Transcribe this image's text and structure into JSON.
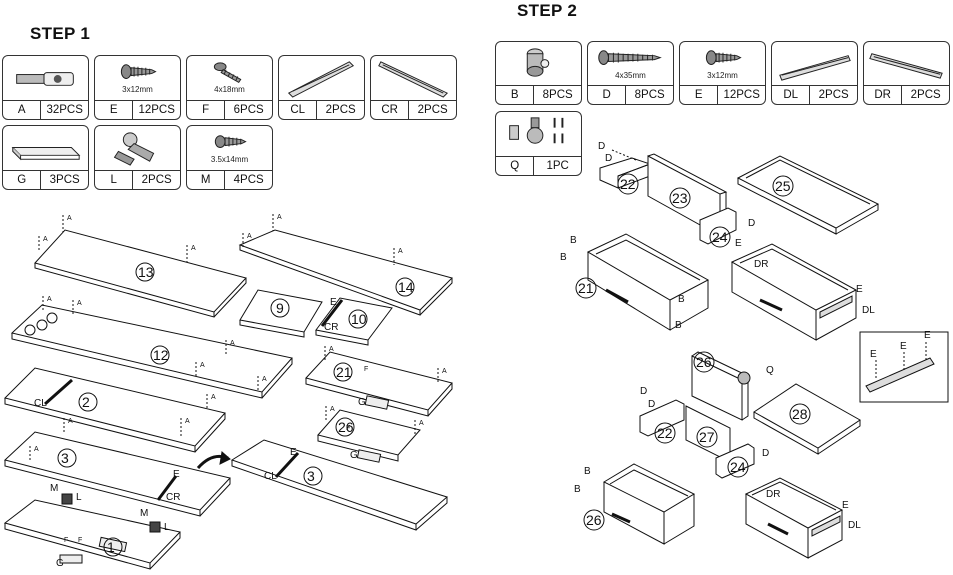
{
  "step1": {
    "title": "STEP 1",
    "hardware": [
      {
        "code": "A",
        "qty": "32PCS",
        "dim": "",
        "icon": "dowel-icon"
      },
      {
        "code": "E",
        "qty": "12PCS",
        "dim": "3x12mm",
        "icon": "short-screw-icon"
      },
      {
        "code": "F",
        "qty": "6PCS",
        "dim": "4x18mm",
        "icon": "screw-icon"
      },
      {
        "code": "CL",
        "qty": "2PCS",
        "dim": "",
        "icon": "rail-left-icon"
      },
      {
        "code": "CR",
        "qty": "2PCS",
        "dim": "",
        "icon": "rail-right-icon"
      },
      {
        "code": "G",
        "qty": "3PCS",
        "dim": "",
        "icon": "handle-icon"
      },
      {
        "code": "L",
        "qty": "2PCS",
        "dim": "",
        "icon": "hinge-icon"
      },
      {
        "code": "M",
        "qty": "4PCS",
        "dim": "3.5x14mm",
        "icon": "screw-icon"
      }
    ],
    "parts": [
      "13",
      "14",
      "9",
      "10",
      "12",
      "21",
      "2",
      "26",
      "3",
      "3",
      "1"
    ],
    "labels": {
      "A": "A",
      "E": "E",
      "F": "F",
      "G": "G",
      "L": "L",
      "M": "M",
      "CL": "CL",
      "CR": "CR"
    }
  },
  "step2": {
    "title": "STEP 2",
    "hardware": [
      {
        "code": "B",
        "qty": "8PCS",
        "dim": "",
        "icon": "cam-lock-icon"
      },
      {
        "code": "D",
        "qty": "8PCS",
        "dim": "4x35mm",
        "icon": "long-screw-icon"
      },
      {
        "code": "E",
        "qty": "12PCS",
        "dim": "3x12mm",
        "icon": "short-screw-icon"
      },
      {
        "code": "DL",
        "qty": "2PCS",
        "dim": "",
        "icon": "drawer-rail-left-icon"
      },
      {
        "code": "DR",
        "qty": "2PCS",
        "dim": "",
        "icon": "drawer-rail-right-icon"
      },
      {
        "code": "Q",
        "qty": "1PC",
        "dim": "",
        "icon": "lock-set-icon"
      }
    ],
    "parts": [
      "22",
      "23",
      "25",
      "24",
      "21",
      "26",
      "28",
      "22",
      "27",
      "24",
      "26"
    ],
    "labels": {
      "B": "B",
      "D": "D",
      "E": "E",
      "DL": "DL",
      "DR": "DR",
      "Q": "Q"
    }
  }
}
